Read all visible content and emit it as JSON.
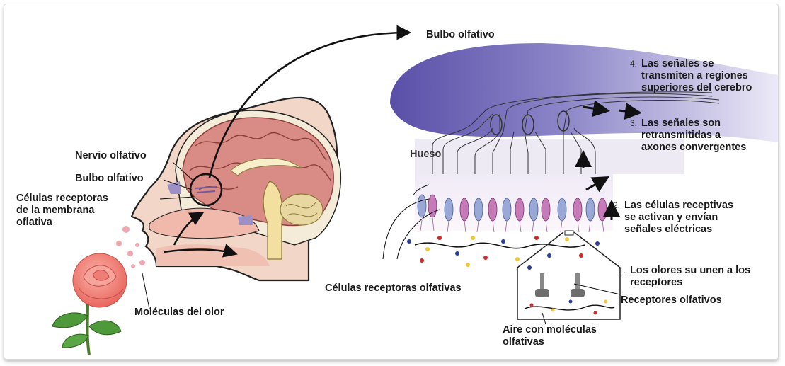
{
  "labels": {
    "bulbo_olfativo_top": "Bulbo olfativo",
    "nervio_olfativo": "Nervio olfativo",
    "bulbo_olfativo_left": "Bulbo olfativo",
    "celulas_receptoras_membrana": [
      "Células receptoras",
      "de la membrana",
      "oflativa"
    ],
    "moleculas_del_olor": "Moléculas del olor",
    "hueso": "Hueso",
    "celulas_receptoras_olfativas": "Células receptoras olfativas",
    "receptores_olfativos": "Receptores olfativos",
    "aire_con_moleculas": [
      "Aire con moléculas",
      "olfativas"
    ]
  },
  "steps": [
    {
      "number": "1.",
      "lines": [
        "Los olores su unen a los",
        "receptores"
      ]
    },
    {
      "number": "2.",
      "lines": [
        "Las células receptivas",
        "se activan y envían",
        "señales eléctricas"
      ]
    },
    {
      "number": "3.",
      "lines": [
        "Las señales son",
        "retransmitidas a",
        "axones convergentes"
      ]
    },
    {
      "number": "4.",
      "lines": [
        "Las señales se",
        "transmiten a regiones",
        "superiores del cerebro"
      ]
    }
  ],
  "colors": {
    "bulb_purple": "#8a84c4",
    "brain_pink": "#d98b85",
    "skin": "#f3d3c4",
    "cell_pink": "#c67ab8",
    "cell_blue": "#9aa8d8",
    "rose": "#f28b84",
    "leaf": "#4e9a3a"
  }
}
